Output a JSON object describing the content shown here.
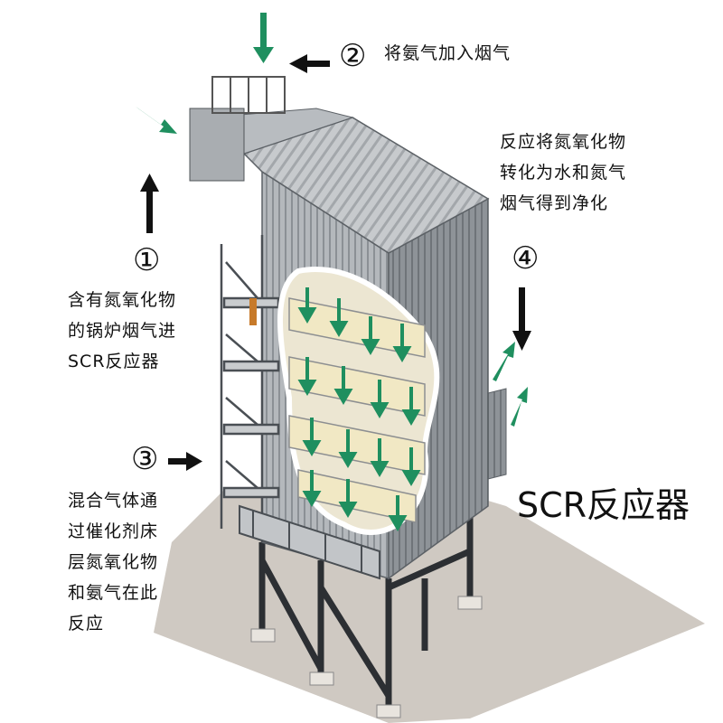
{
  "title": "SCR反应器",
  "steps": [
    {
      "num": "②",
      "lines": [
        "将氨气加入烟气"
      ]
    },
    {
      "num": "①",
      "lines": [
        "含有氮氧化物",
        "的锅炉烟气进",
        "SCR反应器"
      ]
    },
    {
      "num": "③",
      "lines": [
        "混合气体通",
        "过催化剂床",
        "层氮氧化物",
        "和氨气在此",
        "反应"
      ]
    },
    {
      "num": "④",
      "lines": [
        "反应将氮氧化物",
        "转化为水和氮气",
        "烟气得到净化"
      ]
    }
  ],
  "colors": {
    "accent_green": "#1f8f5f",
    "arrow_black": "#111111",
    "steel": "#9ea3a8",
    "catalyst": "#f1e8c4",
    "ground": "#cfc9c2"
  }
}
